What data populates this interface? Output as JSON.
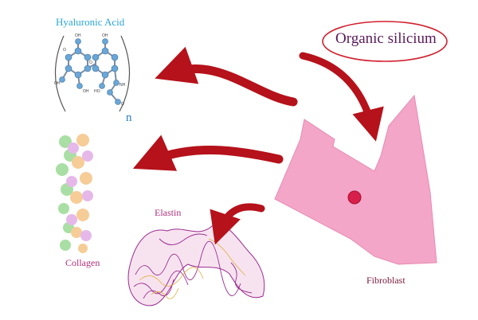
{
  "labels": {
    "hyaluronic_acid": "Hyaluronic Acid",
    "repeat_unit": "n",
    "organic_silicium": "Organic silicium",
    "elastin": "Elastin",
    "collagen": "Collagen",
    "fibroblast": "Fibroblast"
  },
  "molecule_atom_labels": [
    "OH",
    "OH",
    "OH",
    "OH",
    "HO",
    "O",
    "O",
    "NH",
    "O"
  ],
  "colors": {
    "arrow": "#b5121b",
    "fibroblast": "#f3a6c8",
    "nucleus": "#d81e4a",
    "ellipse_stroke": "#d1202f",
    "atom": "#6aa7d8",
    "collagen_green": "#a9dfa4",
    "collagen_peach": "#f6cc97",
    "collagen_pink": "#e6b8ea",
    "elastin_purple": "#9b2d8e",
    "elastin_gold": "#e0b040"
  }
}
